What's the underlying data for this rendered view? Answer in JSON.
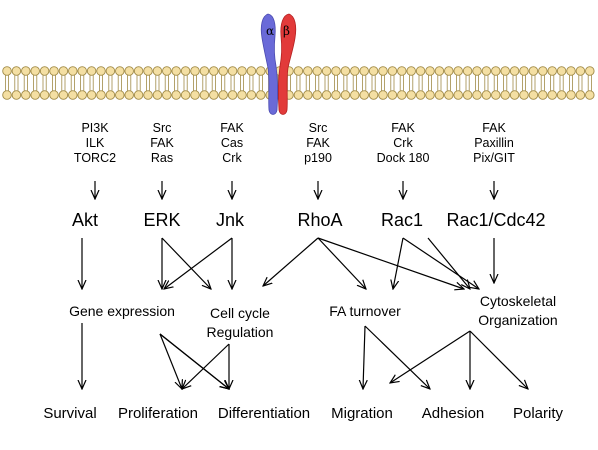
{
  "integrin": {
    "alpha_symbol": "α",
    "beta_symbol": "β"
  },
  "colors": {
    "background": "#ffffff",
    "membrane_fill": "#f4dfa3",
    "membrane_stroke": "#a08a46",
    "alpha_subunit": "#6a6ad8",
    "beta_subunit": "#e23a3a",
    "arrow": "#000000"
  },
  "upstream": [
    [
      "PI3K",
      "ILK",
      "TORC2"
    ],
    [
      "Src",
      "FAK",
      "Ras"
    ],
    [
      "FAK",
      "Cas",
      "Crk"
    ],
    [
      "Src",
      "FAK",
      "p190"
    ],
    [
      "FAK",
      "Crk",
      "Dock 180"
    ],
    [
      "FAK",
      "Paxillin",
      "Pix/GIT"
    ]
  ],
  "effectors": [
    "Akt",
    "ERK",
    "Jnk",
    "RhoA",
    "Rac1",
    "Rac1/Cdc42"
  ],
  "processes": {
    "gene_expression": "Gene expression",
    "cell_cycle": [
      "Cell cycle",
      "Regulation"
    ],
    "fa_turnover": "FA turnover",
    "cytoskeletal": [
      "Cytoskeletal",
      "Organization"
    ]
  },
  "outcomes": [
    "Survival",
    "Proliferation",
    "Differentiation",
    "Migration",
    "Adhesion",
    "Polarity"
  ]
}
